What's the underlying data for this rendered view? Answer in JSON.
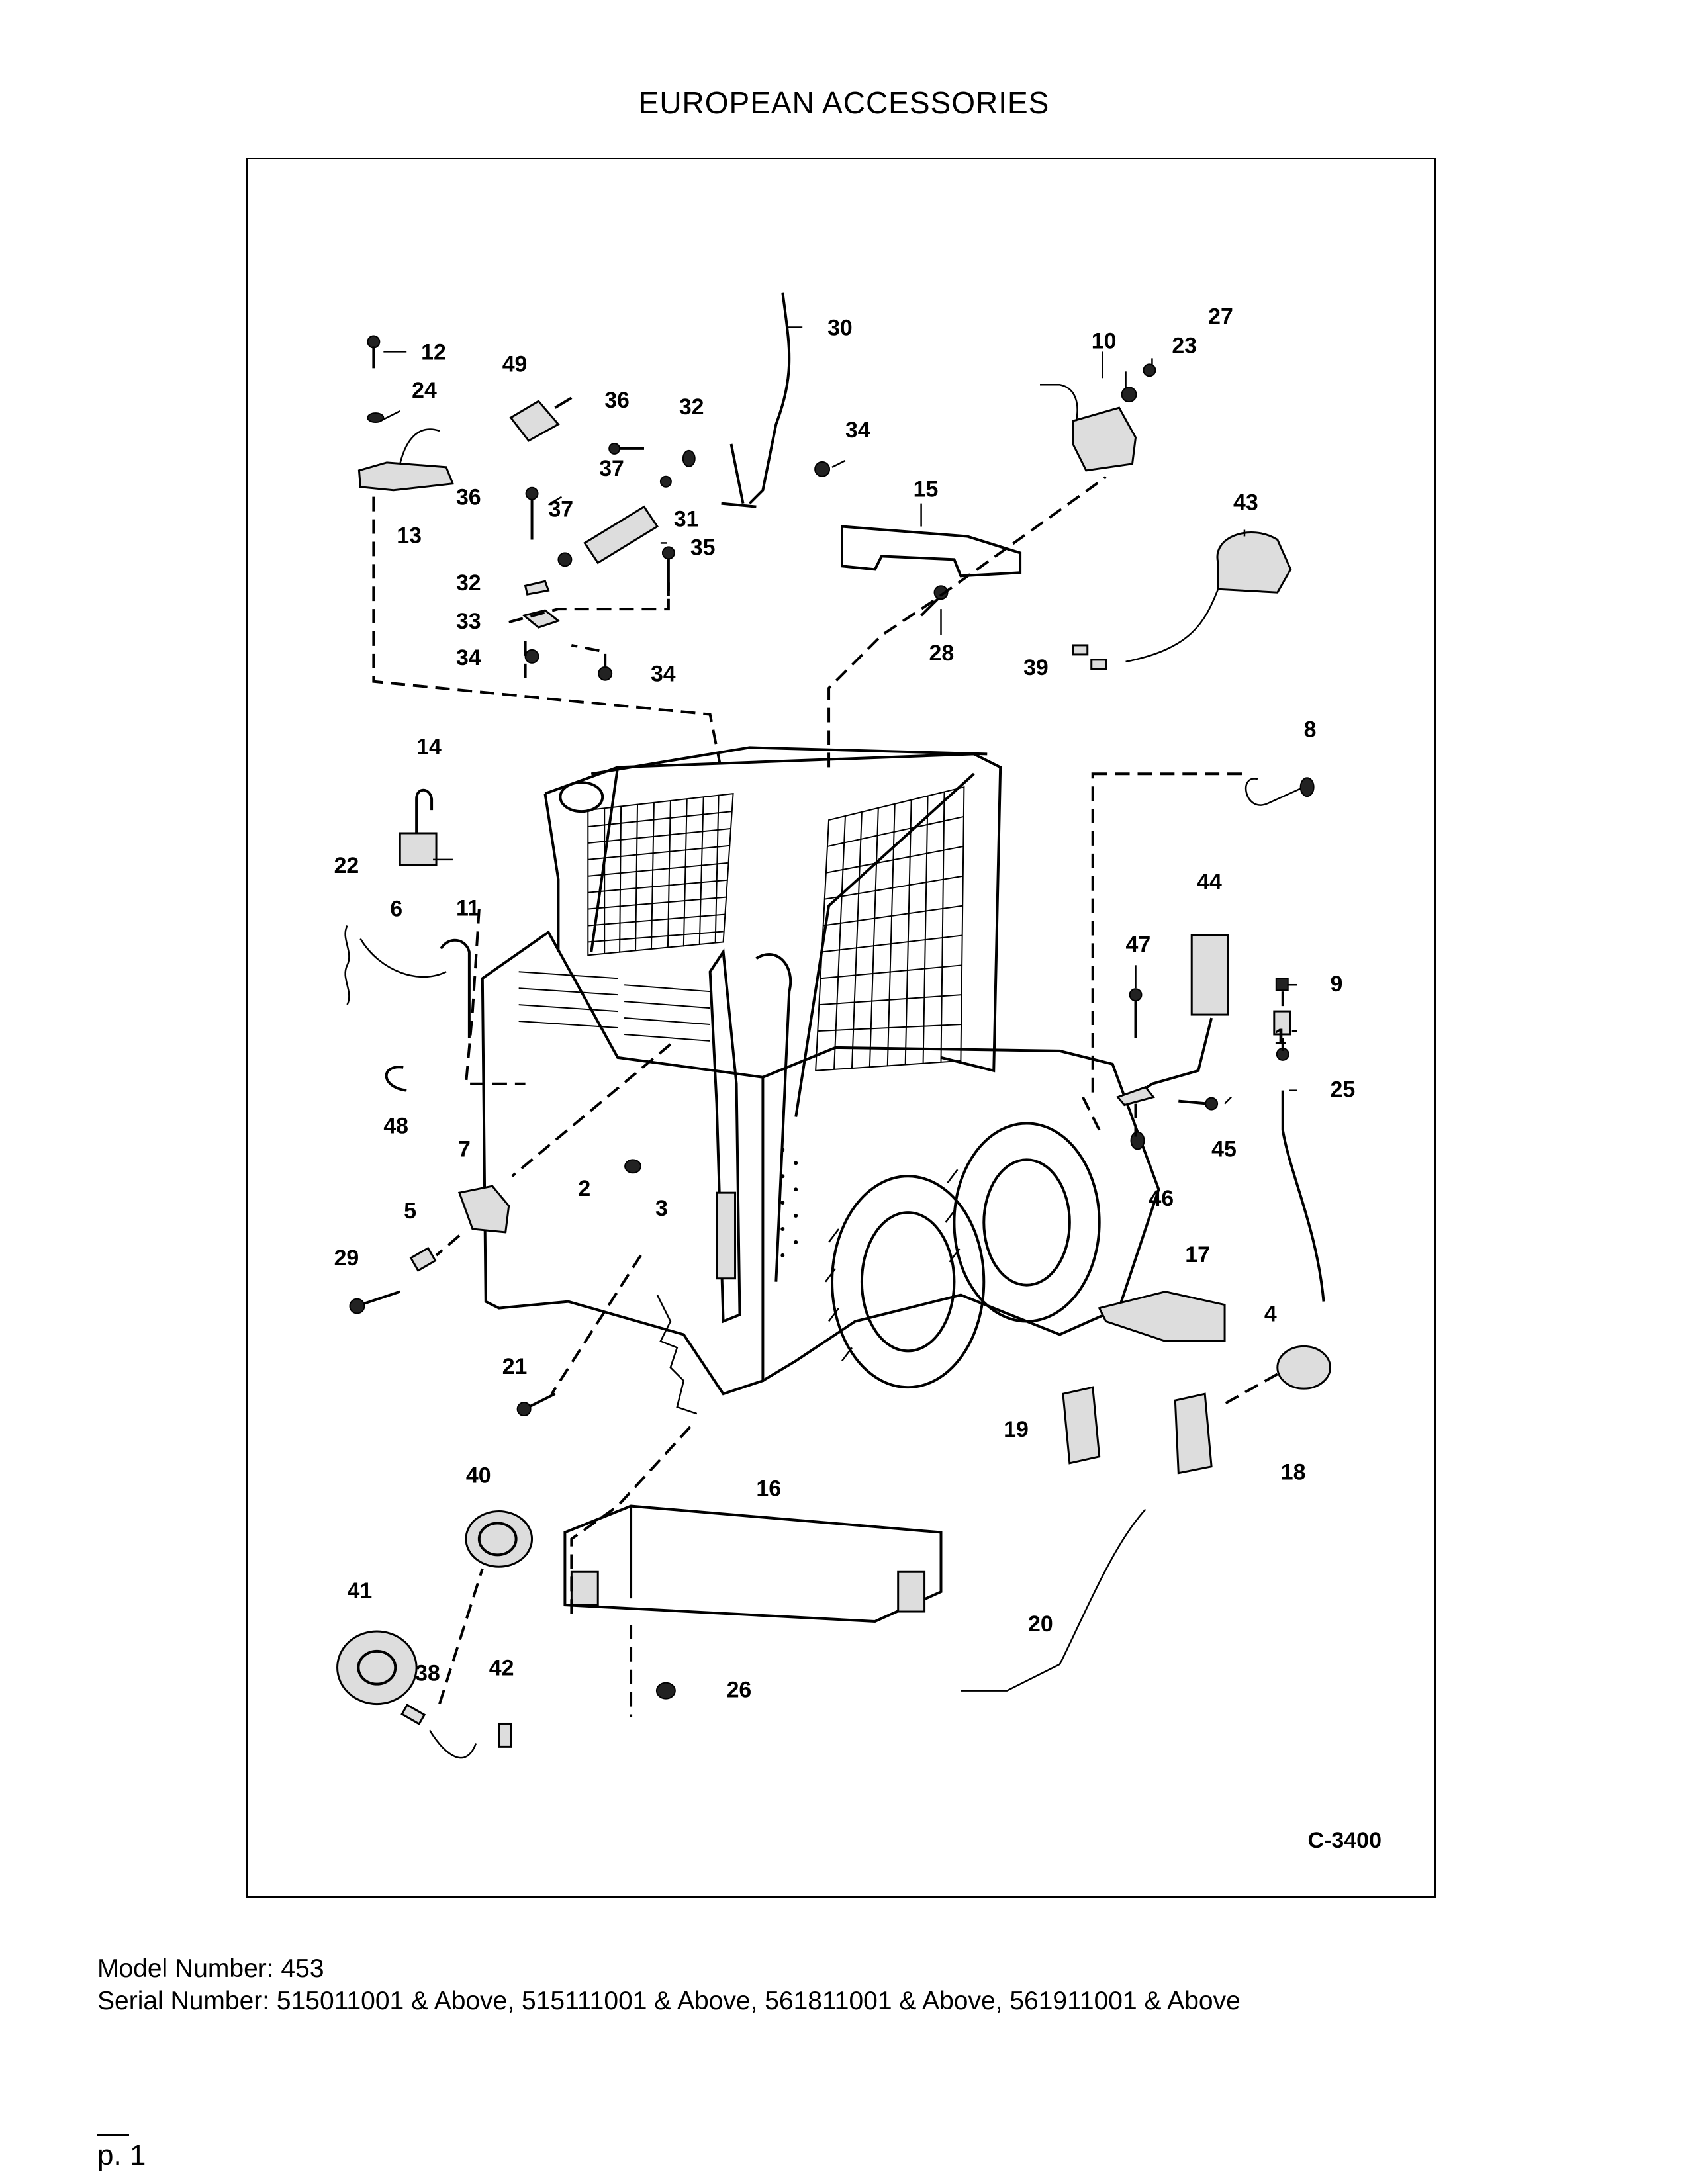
{
  "page": {
    "title": "EUROPEAN ACCESSORIES",
    "model_line": "Model Number: 453",
    "serial_line": "Serial Number: 515011001 & Above, 515111001 & Above, 561811001 & Above, 561911001 & Above",
    "page_number": "p. 1"
  },
  "diagram": {
    "reference": "C-3400",
    "callouts": [
      "1",
      "2",
      "3",
      "4",
      "5",
      "6",
      "7",
      "8",
      "9",
      "10",
      "11",
      "12",
      "13",
      "14",
      "15",
      "16",
      "17",
      "18",
      "19",
      "20",
      "21",
      "22",
      "23",
      "24",
      "25",
      "26",
      "27",
      "28",
      "29",
      "30",
      "31",
      "32",
      "32",
      "33",
      "34",
      "34",
      "34",
      "35",
      "36",
      "36",
      "37",
      "37",
      "38",
      "39",
      "40",
      "41",
      "42",
      "43",
      "44",
      "45",
      "46",
      "47",
      "48",
      "49"
    ]
  }
}
